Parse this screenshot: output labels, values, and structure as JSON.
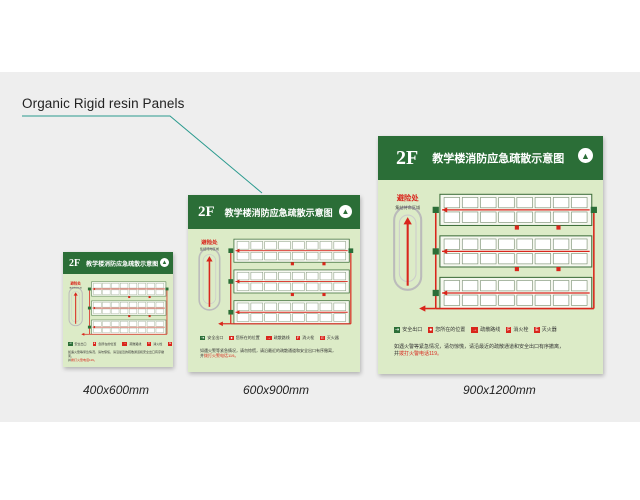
{
  "callout": {
    "label": "Organic Rigid resin Panels"
  },
  "panel": {
    "floor": "2F",
    "title": "教学楼消防应急疏散示意图",
    "north": "N",
    "assembly": "避险处",
    "assembly_sub": "集结待命区域",
    "legend": [
      {
        "icon": "exit-sign-icon",
        "label": "安全出口"
      },
      {
        "icon": "you-are-here-icon",
        "label": "您所在的位置"
      },
      {
        "icon": "evacuation-route-icon",
        "label": "疏散路线"
      },
      {
        "icon": "fire-hydrant-icon",
        "label": "消火栓"
      },
      {
        "icon": "extinguisher-icon",
        "label": "灭火器"
      }
    ],
    "notice_line1": "如遇火警等紧急情况，请勿惊慌，请沿最近的疏散通道和安全出口有序撤离，",
    "notice_line2_a": "并",
    "notice_line2_hl": "拨打火警电话119。",
    "colors": {
      "header": "#2b6e37",
      "background": "#dcebc7",
      "route": "#d9261c"
    }
  },
  "sizes": [
    {
      "label": "400x600mm"
    },
    {
      "label": "600x900mm"
    },
    {
      "label": "900x1200mm"
    }
  ]
}
